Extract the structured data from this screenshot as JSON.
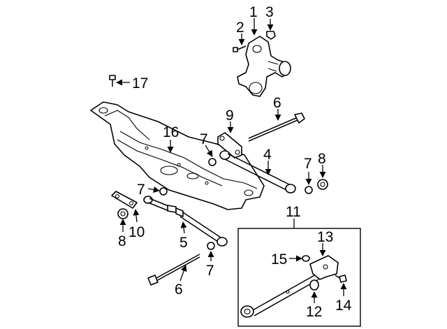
{
  "callouts": [
    {
      "id": "1",
      "label": "1"
    },
    {
      "id": "2",
      "label": "2"
    },
    {
      "id": "3",
      "label": "3"
    },
    {
      "id": "4",
      "label": "4"
    },
    {
      "id": "5",
      "label": "5"
    },
    {
      "id": "6a",
      "label": "6"
    },
    {
      "id": "6b",
      "label": "6"
    },
    {
      "id": "7a",
      "label": "7"
    },
    {
      "id": "7b",
      "label": "7"
    },
    {
      "id": "7c",
      "label": "7"
    },
    {
      "id": "7d",
      "label": "7"
    },
    {
      "id": "8a",
      "label": "8"
    },
    {
      "id": "8b",
      "label": "8"
    },
    {
      "id": "9",
      "label": "9"
    },
    {
      "id": "10",
      "label": "10"
    },
    {
      "id": "11",
      "label": "11"
    },
    {
      "id": "12",
      "label": "12"
    },
    {
      "id": "13",
      "label": "13"
    },
    {
      "id": "14",
      "label": "14"
    },
    {
      "id": "15",
      "label": "15"
    },
    {
      "id": "16",
      "label": "16"
    },
    {
      "id": "17",
      "label": "17"
    }
  ]
}
